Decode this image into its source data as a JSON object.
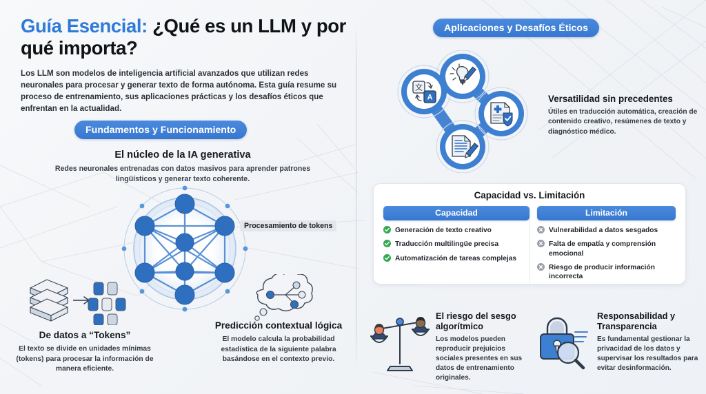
{
  "header": {
    "title_highlight": "Guía Esencial:",
    "title_rest": " ¿Qué es un LLM y por qué importa?",
    "intro": "Los LLM son modelos de inteligencia artificial avanzados que utilizan redes neuronales para procesar y generar texto de forma autónoma. Esta guía resume su proceso de entrenamiento, sus aplicaciones prácticas y los desafíos éticos que enfrentan en la actualidad."
  },
  "left": {
    "pill": "Fundamentos y Funcionamiento",
    "core_title": "El núcleo de la IA generativa",
    "core_subtitle": "Redes neuronales entrenadas con datos masivos para aprender patrones lingüísticos y generar texto coherente.",
    "network_label": "Procesamiento de tokens",
    "captions": [
      {
        "icon": "database-to-tokens-icon",
        "title": "De datos a “Tokens”",
        "body": "El texto se divide en unidades mínimas (tokens) para procesar la información de manera eficiente."
      },
      {
        "icon": "thought-bubble-icon",
        "title": "Predicción contextual lógica",
        "body": "El modelo calcula la probabilidad estadística de la siguiente palabra basándose en el contexto previo."
      }
    ]
  },
  "right": {
    "pill": "Aplicaciones y Desafíos Éticos",
    "hub_icons": [
      "translate-icon",
      "lightbulb-pencil-icon",
      "medical-shield-icon",
      "document-pencil-icon"
    ],
    "versatility": {
      "title": "Versatilidad sin precedentes",
      "body": "Útiles en traducción automática, creación de contenido creativo, resúmenes de texto y diagnóstico médico."
    },
    "comparison": {
      "title": "Capacidad vs. Limitación",
      "columns": [
        {
          "header": "Capacidad",
          "bullet_icon": "check-circle-icon",
          "bullet_color": "#34a853",
          "items": [
            "Generación de texto creativo",
            "Traducción multilingüe precisa",
            "Automatización de tareas complejas"
          ]
        },
        {
          "header": "Limitación",
          "bullet_icon": "x-circle-icon",
          "bullet_color": "#9aa0a6",
          "items": [
            "Vulnerabilidad a datos sesgados",
            "Falta de empatía y comprensión emocional",
            "Riesgo de producir información incorrecta"
          ]
        }
      ]
    },
    "bottom_items": [
      {
        "icon": "balance-scale-icon",
        "title": "El riesgo del sesgo algorítmico",
        "body": "Los modelos pueden reproducir prejuicios sociales presentes en sus datos de entrenamiento originales."
      },
      {
        "icon": "lock-magnifier-icon",
        "title": "Responsabilidad y Transparencia",
        "body": "Es fundamental gestionar la privacidad de los datos y supervisar los resultados para evitar desinformación."
      }
    ]
  },
  "colors": {
    "accent_blue": "#3777ce",
    "accent_blue_light": "#4a8ade",
    "node_blue": "#2f6fc0",
    "success_green": "#34a853",
    "muted_gray": "#9aa0a6",
    "background": "#f4f6f8",
    "card_white": "#ffffff"
  }
}
